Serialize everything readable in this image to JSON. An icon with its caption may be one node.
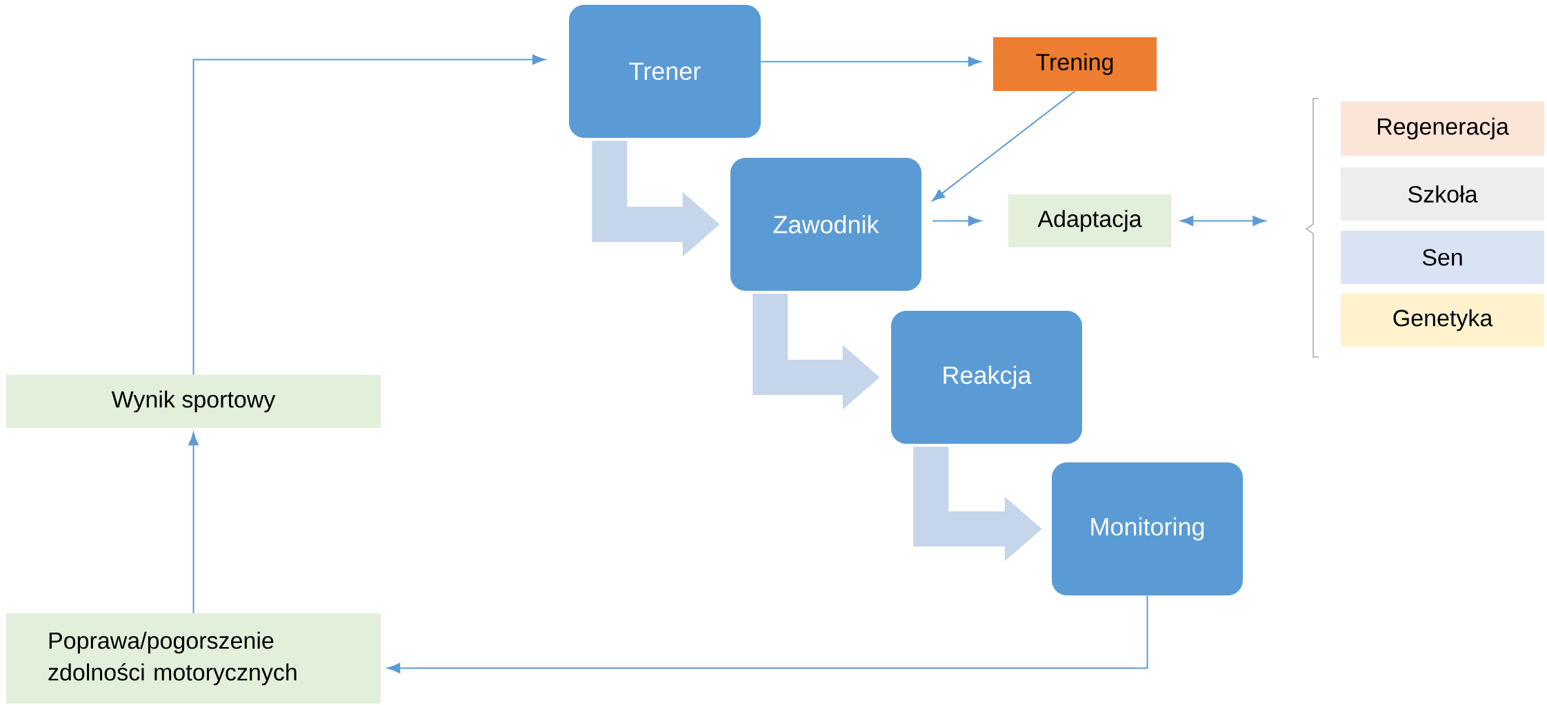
{
  "diagram": {
    "nodes": [
      {
        "text": [
          "Trener"
        ]
      },
      {
        "text": [
          "Trening"
        ]
      },
      {
        "text": [
          "Zawodnik"
        ]
      },
      {
        "text": [
          "Adaptacja"
        ]
      },
      {
        "text": [
          "Regeneracja"
        ]
      },
      {
        "text": [
          "Szkoła"
        ]
      },
      {
        "text": [
          "Sen"
        ]
      },
      {
        "text": [
          "Genetyka"
        ]
      },
      {
        "text": [
          "Reakcja"
        ]
      },
      {
        "text": [
          "Monitoring"
        ]
      },
      {
        "text": [
          "Wynik sportowy"
        ]
      },
      {
        "text": [
          "Poprawa/pogorszenie zdolności motorycznych"
        ]
      }
    ],
    "edges": [
      {
        "from": 10,
        "to": 0,
        "arrow": "to"
      },
      {
        "from": 0,
        "to": 1,
        "arrow": "to"
      },
      {
        "from": 1,
        "to": 2,
        "arrow": "to"
      },
      {
        "from": 2,
        "to": 3,
        "arrow": "to"
      },
      {
        "from": 3,
        "to": null,
        "arrow": "both"
      },
      {
        "from": 0,
        "to": 2,
        "arrow": "to",
        "style": "thick",
        "color": "#c5d5ea"
      },
      {
        "from": 2,
        "to": 8,
        "arrow": "to",
        "style": "thick",
        "color": "#c5d5ea"
      },
      {
        "from": 8,
        "to": 9,
        "arrow": "to",
        "style": "thick",
        "color": "#c5d5ea"
      },
      {
        "from": 9,
        "to": 11,
        "arrow": "to"
      },
      {
        "from": 11,
        "to": 10,
        "arrow": "to"
      }
    ]
  }
}
